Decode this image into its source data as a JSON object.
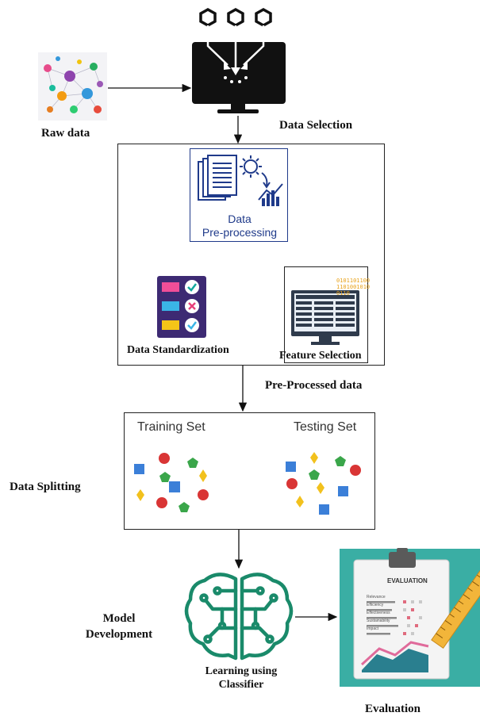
{
  "labels": {
    "raw_data": "Raw data",
    "data_selection": "Data Selection",
    "dp_line1": "Data",
    "dp_line2": "Pre-processing",
    "data_standardization": "Data Standardization",
    "feature_selection": "Feature Selection",
    "pre_processed": "Pre-Processed data",
    "training_set": "Training Set",
    "testing_set": "Testing Set",
    "data_splitting": "Data Splitting",
    "model_development": "Model Development",
    "learning_classifier": "Learning using Classifier",
    "evaluation": "Evaluation",
    "eval_sheet_title": "EVALUATION",
    "eval_rows": [
      "Relevance",
      "Efficiency",
      "Effectiveness",
      "Sustainability",
      "Impact"
    ],
    "binary_text": [
      "0101101100",
      "1101001010",
      "0110"
    ]
  },
  "colors": {
    "navy": "#1f3a8a",
    "teal": "#1a8a6a",
    "eval_bg": "#3aaea4",
    "shape_blue": "#3b7fd8",
    "shape_red": "#d93535",
    "shape_green": "#3aa64a",
    "shape_yellow": "#f2c11d",
    "check_teal": "#13a89e",
    "list_purple": "#3d2a73"
  }
}
